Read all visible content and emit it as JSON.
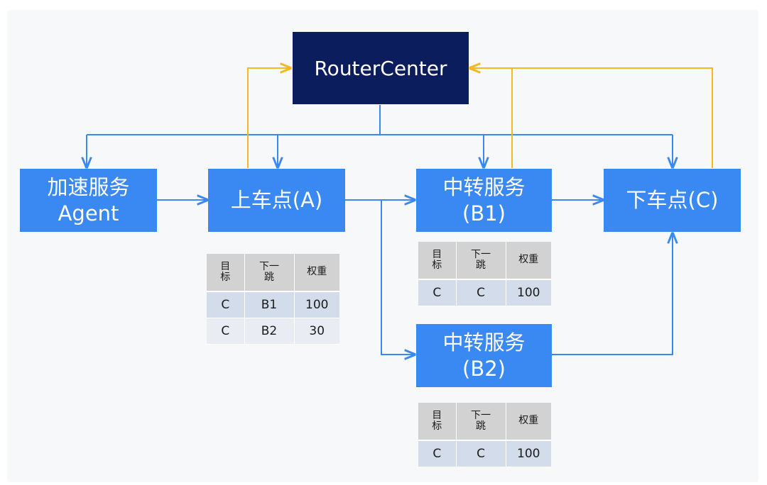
{
  "colors": {
    "node": "#3a88f2",
    "router": "#0b1d5c",
    "route_line": "#3a88f2",
    "report_line": "#f5b91f"
  },
  "nodes": {
    "router": {
      "label": "RouterCenter"
    },
    "agent": {
      "line1": "加速服务",
      "line2": "Agent"
    },
    "pickup": {
      "label": "上车点(A)"
    },
    "relay_b1": {
      "line1": "中转服务",
      "line2": "(B1)"
    },
    "relay_b2": {
      "line1": "中转服务",
      "line2": "(B2)"
    },
    "dropoff": {
      "label": "下车点(C)"
    }
  },
  "tables": {
    "a": {
      "headers": [
        {
          "l1": "目",
          "l2": "标"
        },
        {
          "l1": "下一",
          "l2": "跳"
        },
        {
          "l1": "权重",
          "l2": ""
        }
      ],
      "rows": [
        [
          "C",
          "B1",
          "100"
        ],
        [
          "C",
          "B2",
          "30"
        ]
      ]
    },
    "b1": {
      "headers": [
        {
          "l1": "目",
          "l2": "标"
        },
        {
          "l1": "下一",
          "l2": "跳"
        },
        {
          "l1": "权重",
          "l2": ""
        }
      ],
      "rows": [
        [
          "C",
          "C",
          "100"
        ]
      ]
    },
    "b2": {
      "headers": [
        {
          "l1": "目",
          "l2": "标"
        },
        {
          "l1": "下一",
          "l2": "跳"
        },
        {
          "l1": "权重",
          "l2": ""
        }
      ],
      "rows": [
        [
          "C",
          "C",
          "100"
        ]
      ]
    }
  }
}
